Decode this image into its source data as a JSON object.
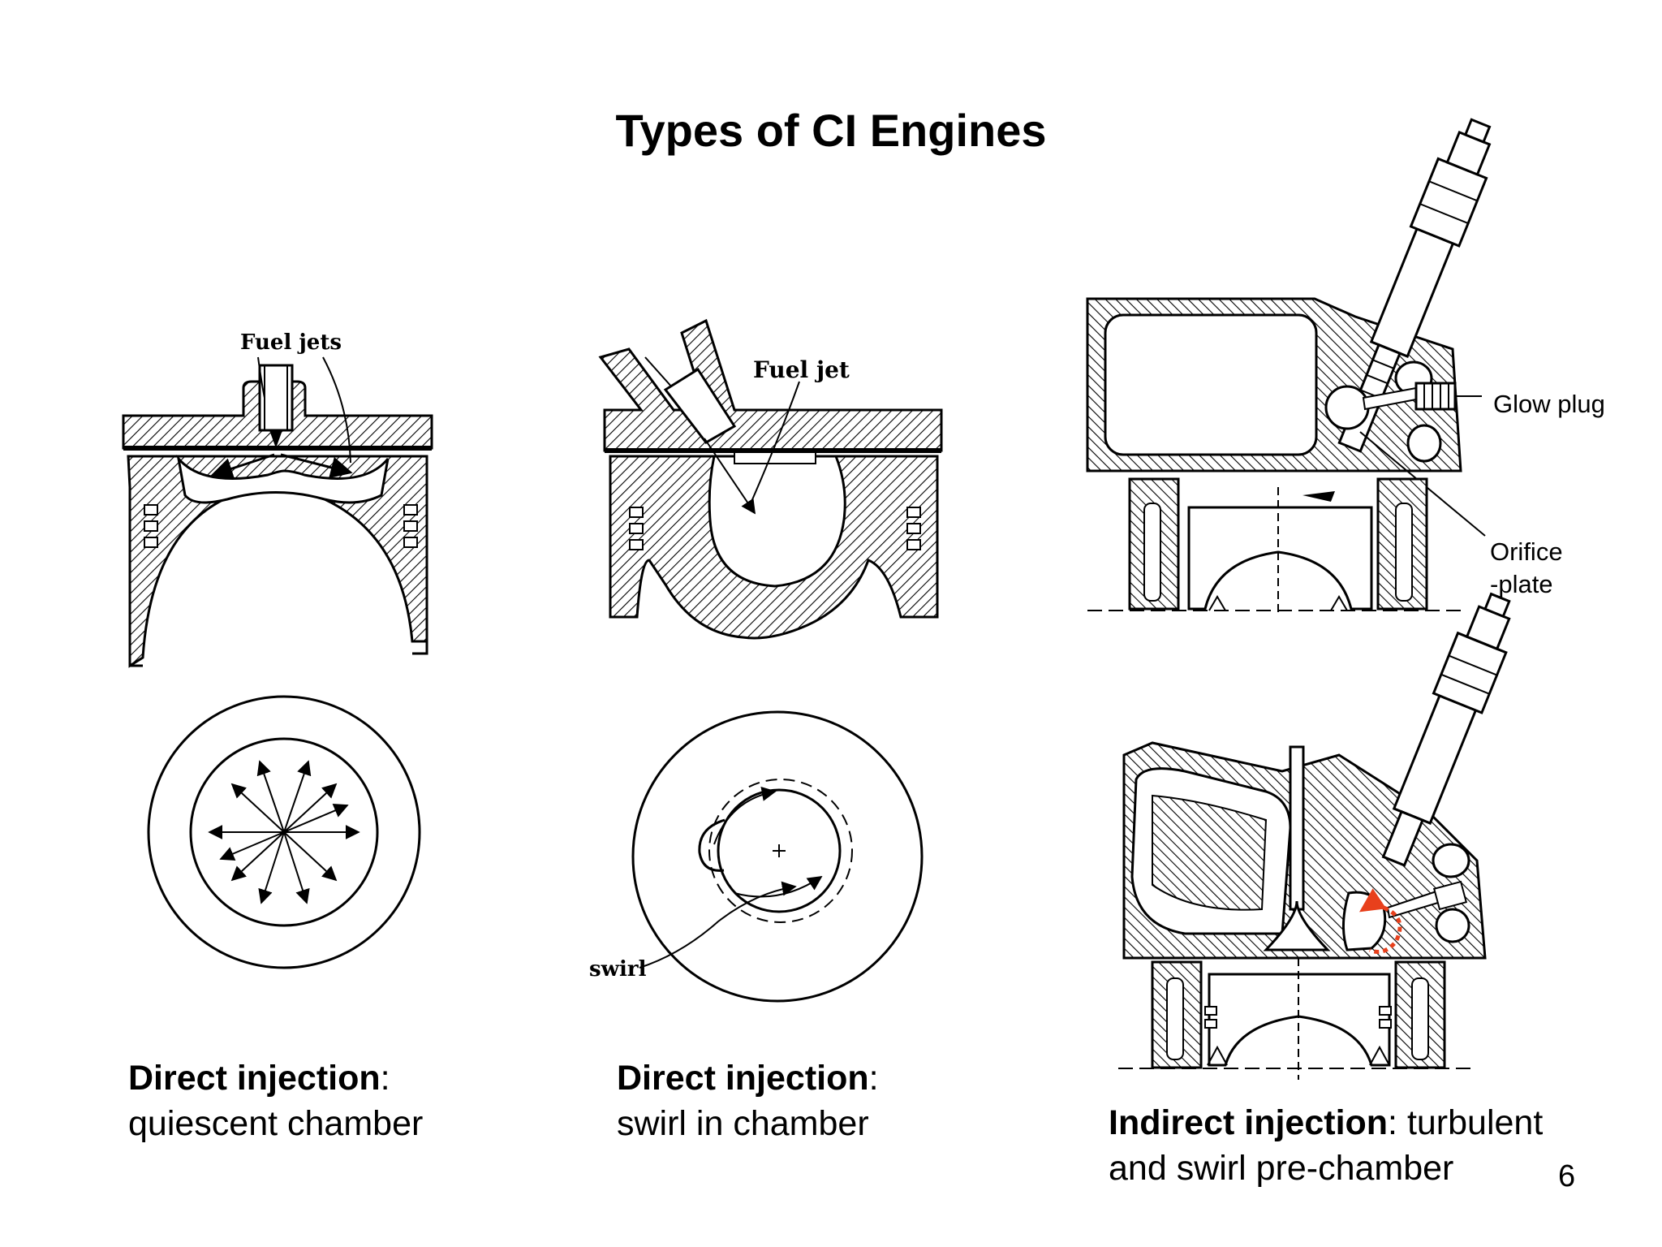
{
  "title": "Types of CI Engines",
  "labels": {
    "fuel_jets": "Fuel jets",
    "fuel_jet": "Fuel jet",
    "swirl": "swirl",
    "glow_plug": "Glow plug",
    "orifice_line1": "Orifice",
    "orifice_line2": "-plate"
  },
  "captions": {
    "left": {
      "bold": "Direct injection",
      "rest_line1": ":",
      "line2": "quiescent chamber"
    },
    "middle": {
      "bold": "Direct injection",
      "rest_line1": ":",
      "line2": "swirl in chamber"
    },
    "right": {
      "bold": "Indirect injection",
      "rest_line1": ": turbulent",
      "line2": "and swirl pre-chamber"
    }
  },
  "page_number": "6",
  "colors": {
    "ink": "#000000",
    "highlight": "#e8401c",
    "paper": "#ffffff"
  }
}
